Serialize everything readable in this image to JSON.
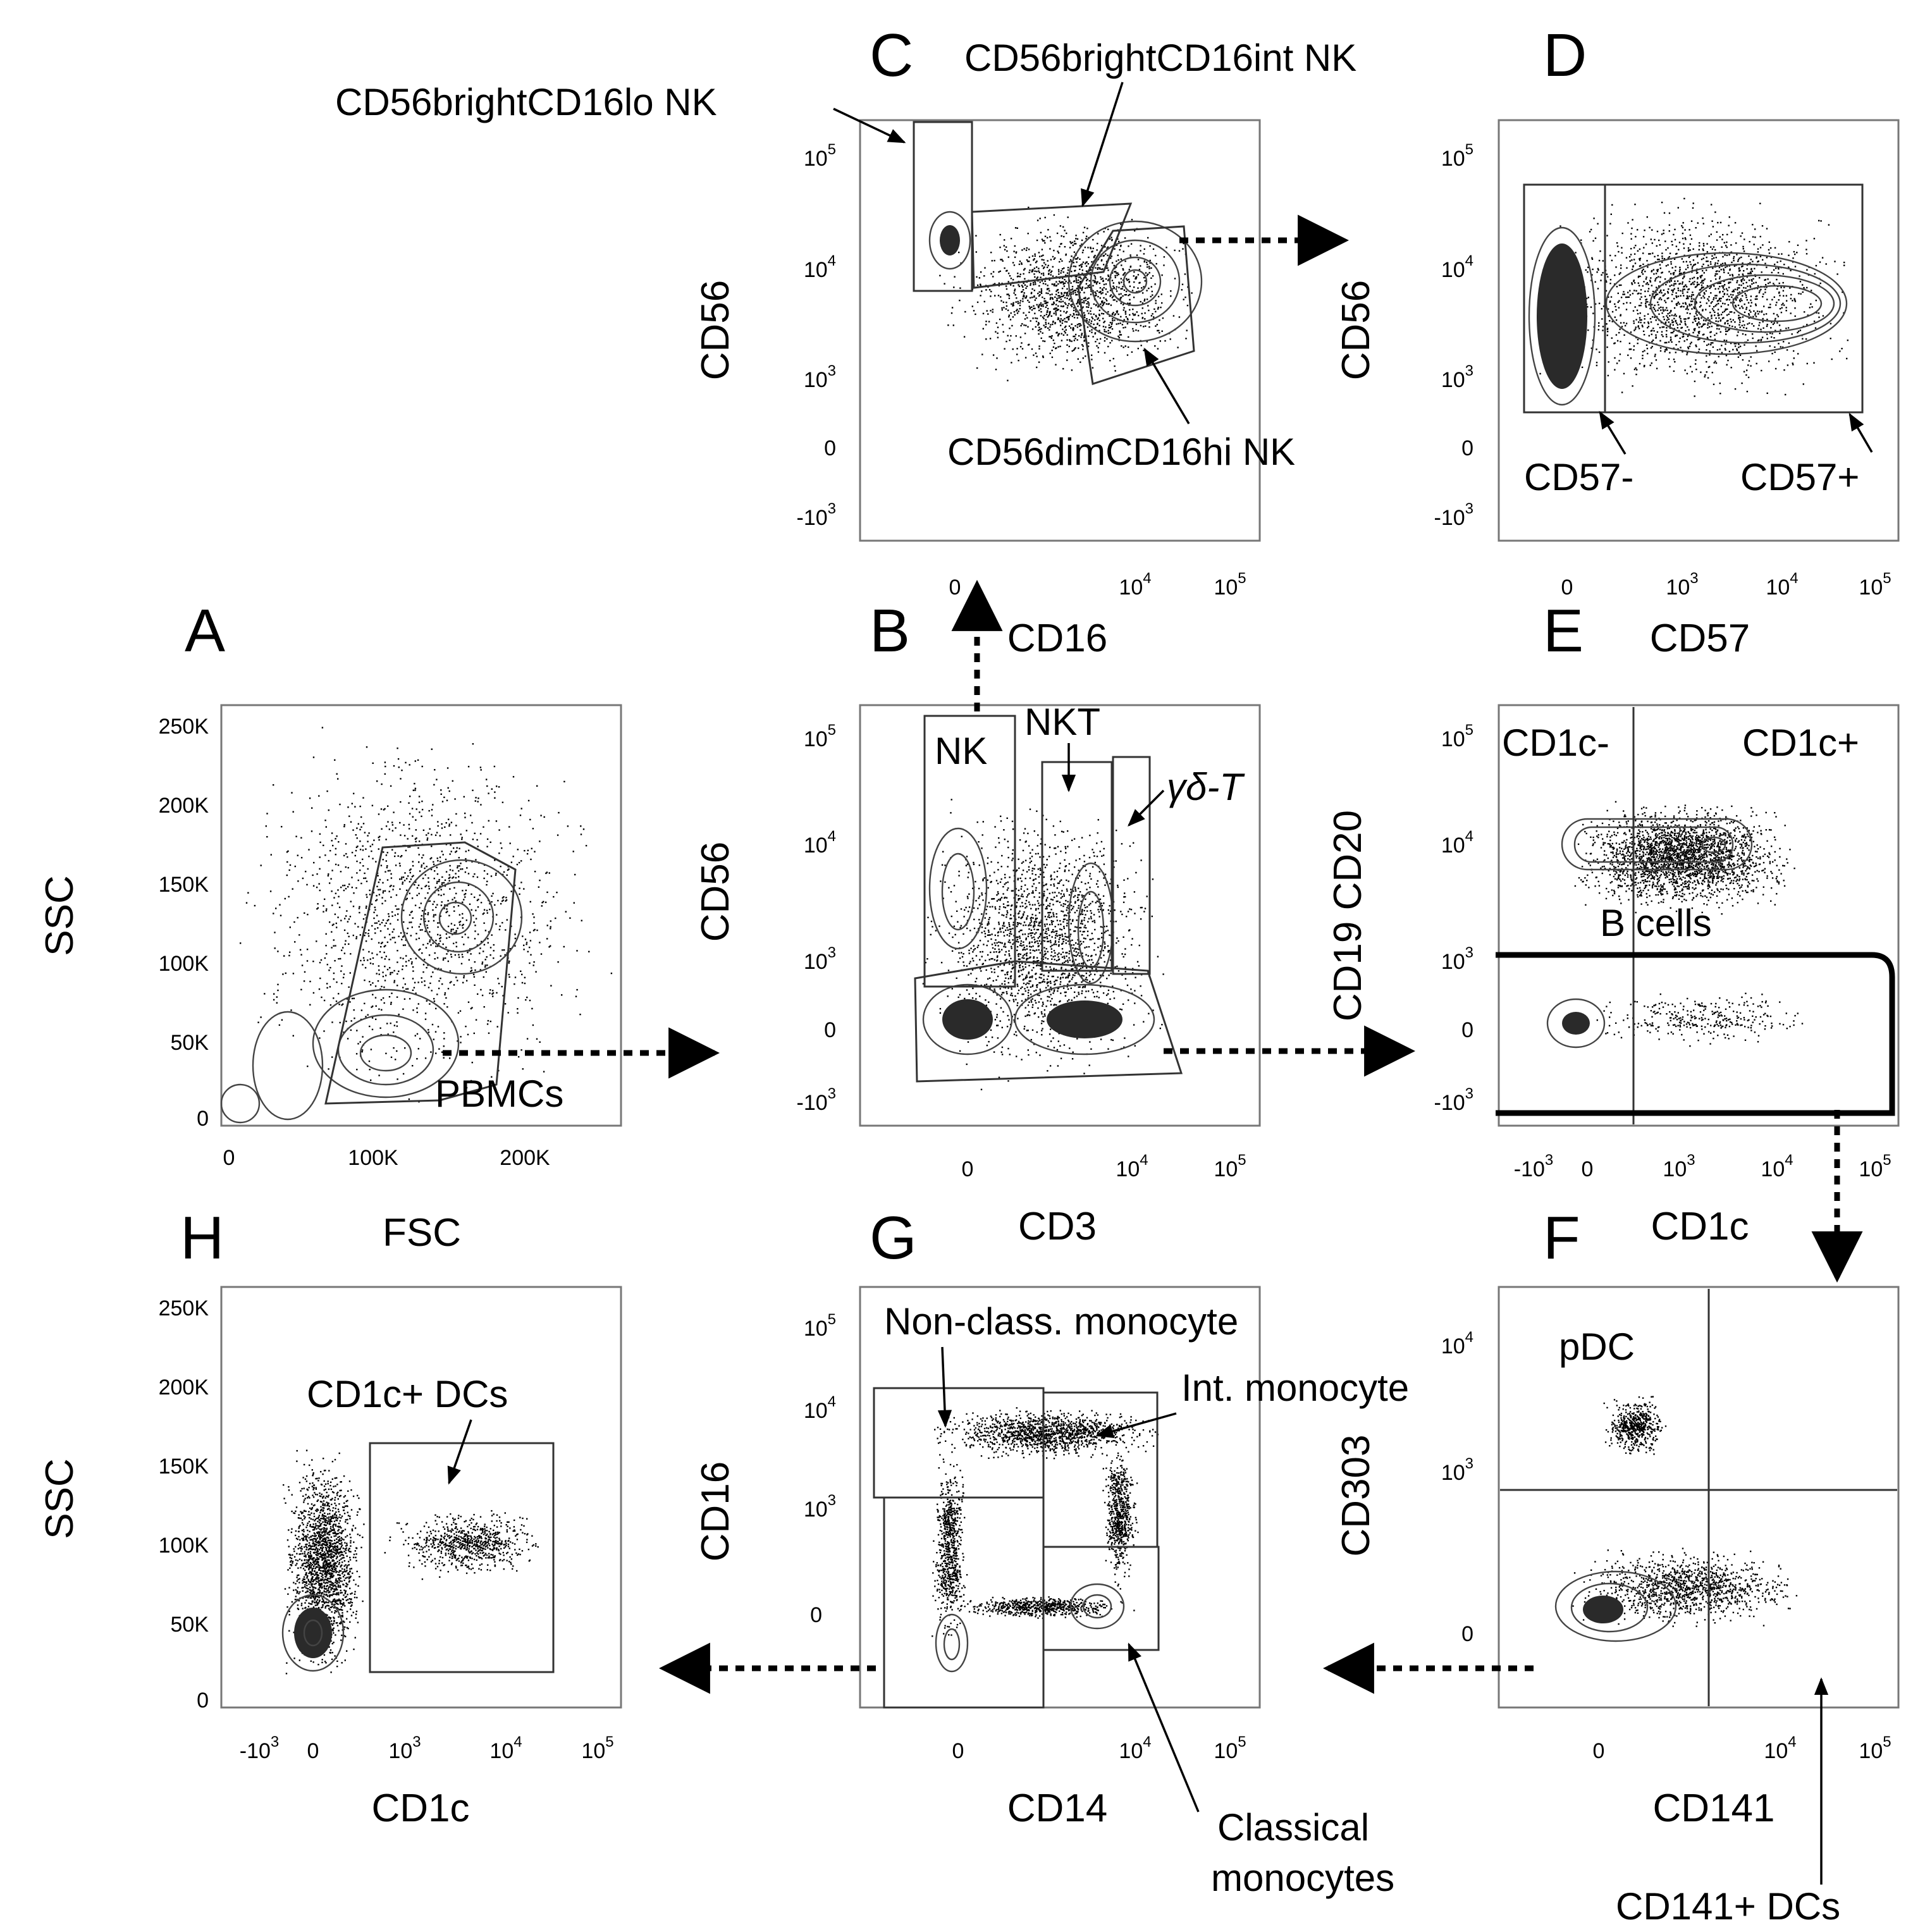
{
  "panels": {
    "A": {
      "letter": "A",
      "xlabel": "FSC",
      "ylabel": "SSC",
      "xticks": [
        "0",
        "100K",
        "200K"
      ],
      "yticks": [
        "250K",
        "200K",
        "150K",
        "100K",
        "50K",
        "0"
      ],
      "gate_label": "PBMCs"
    },
    "B": {
      "letter": "B",
      "xlabel": "CD3",
      "ylabel": "CD56",
      "xticks": [
        "0",
        "10",
        "10"
      ],
      "yticks": [
        "10",
        "10",
        "10",
        "0",
        "-10"
      ],
      "gates": [
        "NK",
        "NKT",
        "γδ-T"
      ]
    },
    "C": {
      "letter": "C",
      "xlabel": "CD16",
      "ylabel": "CD56",
      "xticks": [
        "0",
        "10",
        "10"
      ],
      "yticks": [
        "10",
        "10",
        "10",
        "0",
        "-10"
      ],
      "gates": [
        "CD56brightCD16lo NK",
        "CD56brightCD16int NK",
        "CD56dimCD16hi NK"
      ]
    },
    "D": {
      "letter": "D",
      "xlabel": "CD57",
      "ylabel": "CD56",
      "xticks": [
        "0",
        "10",
        "10",
        "10"
      ],
      "yticks": [
        "10",
        "10",
        "10",
        "0",
        "-10"
      ],
      "gates": [
        "CD57-",
        "CD57+"
      ]
    },
    "E": {
      "letter": "E",
      "xlabel": "CD1c",
      "ylabel": "CD19 CD20",
      "xticks": [
        "-10",
        "0",
        "10",
        "10",
        "10"
      ],
      "yticks": [
        "10",
        "10",
        "10",
        "0",
        "-10"
      ],
      "gates": [
        "CD1c-",
        "CD1c+",
        "B cells"
      ]
    },
    "F": {
      "letter": "F",
      "xlabel": "CD141",
      "ylabel": "CD303",
      "xticks": [
        "0",
        "10",
        "10"
      ],
      "yticks": [
        "10",
        "10",
        "0"
      ],
      "gates": [
        "pDC",
        "CD141+ DCs"
      ]
    },
    "G": {
      "letter": "G",
      "xlabel": "CD14",
      "ylabel": "CD16",
      "xticks": [
        "0",
        "10",
        "10"
      ],
      "yticks": [
        "10",
        "10",
        "10",
        "0"
      ],
      "gates": [
        "Non-class. monocyte",
        "Int. monocyte",
        "Classical",
        "monocytes"
      ]
    },
    "H": {
      "letter": "H",
      "xlabel": "CD1c",
      "ylabel": "SSC",
      "xticks": [
        "-10",
        "0",
        "10",
        "10",
        "10"
      ],
      "yticks": [
        "250K",
        "200K",
        "150K",
        "100K",
        "50K",
        "0"
      ],
      "gate_label": "CD1c+ DCs"
    }
  },
  "exponents": {
    "three": "3",
    "four": "4",
    "five": "5"
  }
}
